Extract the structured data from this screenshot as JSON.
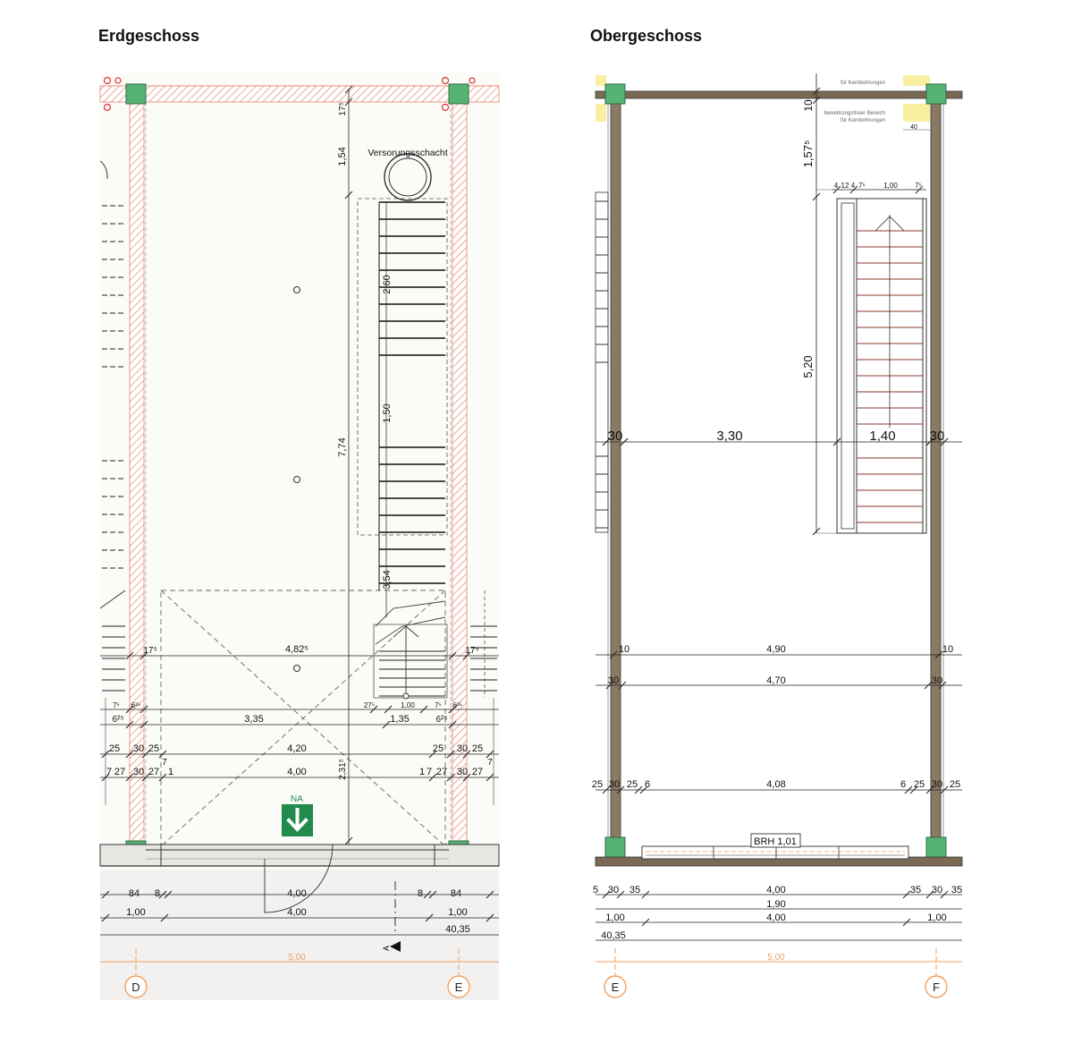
{
  "titles": {
    "left": "Erdgeschoss",
    "right": "Obergeschoss"
  },
  "colors": {
    "axis": "#f0a060",
    "wall_hatch": "#e8826c",
    "pillar": "#56b374",
    "exit_sign": "#1f8c4e",
    "dim_line": "#222222",
    "ground": "#f2f1ef"
  },
  "erdgeschoss": {
    "shaft_label": "Versorungsschacht",
    "exit_label": "NA",
    "vertical_dims": [
      "17⁵",
      "1,54",
      "7,74",
      "2,60",
      "1,50",
      "3,54",
      "2,31⁵"
    ],
    "dim_row_1": [
      "17⁵",
      "4,82⁵",
      "17⁵"
    ],
    "dim_row_2": [
      "7⁵",
      "6²⁵",
      "27⁵",
      "1,00",
      "7⁵",
      "6²⁵"
    ],
    "dim_row_3": [
      "6²⁵",
      "3,35",
      "1,35",
      "6²⁵"
    ],
    "dim_row_4": [
      "25",
      "30",
      "25",
      "4,20",
      "25",
      "30",
      "25"
    ],
    "dim_row_5": [
      "7",
      "27",
      "30",
      "27",
      "1",
      "7",
      "4,00",
      "1",
      "7",
      "27",
      "30",
      "27",
      "7"
    ],
    "bottom_dims": [
      "84",
      "8",
      "4,00",
      "8",
      "84",
      "1,00",
      "4,00",
      "1,00",
      "40,35",
      "5,00"
    ],
    "section_marker": "A",
    "axes": [
      "D",
      "E"
    ]
  },
  "obergeschoss": {
    "core_note_1": "für Kernbohrungen",
    "core_note_2": "bewehrungsfreier Bereich",
    "core_note_3": "für Kernbohrungen",
    "top_dims": [
      "10",
      "1,57⁵",
      "40"
    ],
    "stair_dims": [
      "4",
      "12",
      "4",
      "7⁵",
      "1,00",
      "7⁵"
    ],
    "vertical_dim": "5,20",
    "main_row": [
      "30",
      "3,30",
      "1,40",
      "30"
    ],
    "row_2": [
      "10",
      "4,90",
      "10"
    ],
    "row_3": [
      "30",
      "4,70",
      "30"
    ],
    "row_4": [
      "25",
      "30",
      "25",
      "6",
      "4,08",
      "6",
      "25",
      "30",
      "25"
    ],
    "window_label": "BRH 1,01",
    "bottom_dims": [
      "5",
      "30",
      "35",
      "4,00",
      "35",
      "30",
      "35",
      "1,90",
      "1,00",
      "4,00",
      "1,00",
      "40,35",
      "5,00"
    ],
    "axes": [
      "E",
      "F"
    ]
  }
}
